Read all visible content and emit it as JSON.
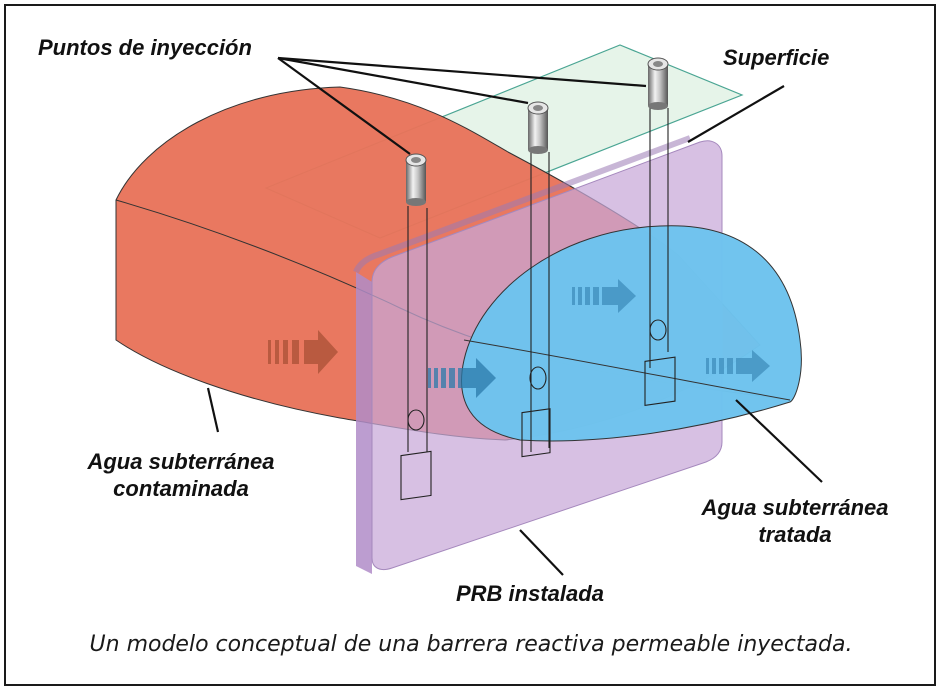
{
  "labels": {
    "injection_points": "Puntos de inyección",
    "surface": "Superficie",
    "contaminated_line1": "Agua subterránea",
    "contaminated_line2": "contaminada",
    "treated_line1": "Agua subterránea",
    "treated_line2": "tratada",
    "prb": "PRB instalada"
  },
  "caption": "Un modelo conceptual de una barrera reactiva permeable inyectada.",
  "colors": {
    "contaminated_plume": "#e8735a",
    "treated_plume": "#6ec3ee",
    "barrier": "#c8a8d8",
    "surface_plane": "#dcefe0"
  }
}
